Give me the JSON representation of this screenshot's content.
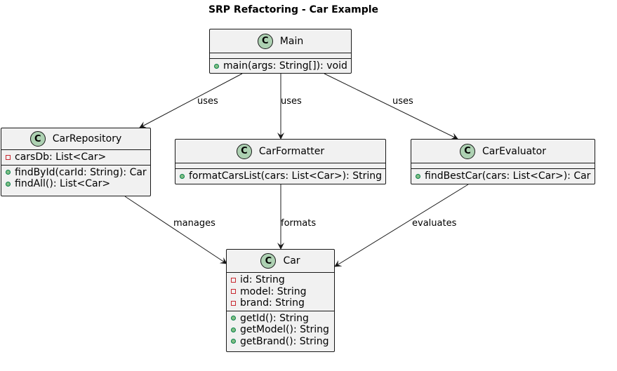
{
  "diagram": {
    "title": "SRP Refactoring - Car Example",
    "class_badge": "C",
    "classes": {
      "main": {
        "name": "Main",
        "attributes": [],
        "methods": [
          {
            "vis": "public",
            "text": "main(args: String[]): void"
          }
        ]
      },
      "car_repository": {
        "name": "CarRepository",
        "attributes": [
          {
            "vis": "private",
            "text": "carsDb: List<Car>"
          }
        ],
        "methods": [
          {
            "vis": "public",
            "text": "findById(carId: String): Car"
          },
          {
            "vis": "public",
            "text": "findAll(): List<Car>"
          }
        ]
      },
      "car_formatter": {
        "name": "CarFormatter",
        "attributes": [],
        "methods": [
          {
            "vis": "public",
            "text": "formatCarsList(cars: List<Car>): String"
          }
        ]
      },
      "car_evaluator": {
        "name": "CarEvaluator",
        "attributes": [],
        "methods": [
          {
            "vis": "public",
            "text": "findBestCar(cars: List<Car>): Car"
          }
        ]
      },
      "car": {
        "name": "Car",
        "attributes": [
          {
            "vis": "private",
            "text": "id: String"
          },
          {
            "vis": "private",
            "text": "model: String"
          },
          {
            "vis": "private",
            "text": "brand: String"
          }
        ],
        "methods": [
          {
            "vis": "public",
            "text": "getId(): String"
          },
          {
            "vis": "public",
            "text": "getModel(): String"
          },
          {
            "vis": "public",
            "text": "getBrand(): String"
          }
        ]
      }
    },
    "relations": [
      {
        "from": "Main",
        "to": "CarRepository",
        "label": "uses"
      },
      {
        "from": "Main",
        "to": "CarFormatter",
        "label": "uses"
      },
      {
        "from": "Main",
        "to": "CarEvaluator",
        "label": "uses"
      },
      {
        "from": "CarRepository",
        "to": "Car",
        "label": "manages"
      },
      {
        "from": "CarFormatter",
        "to": "Car",
        "label": "formats"
      },
      {
        "from": "CarEvaluator",
        "to": "Car",
        "label": "evaluates"
      }
    ]
  }
}
